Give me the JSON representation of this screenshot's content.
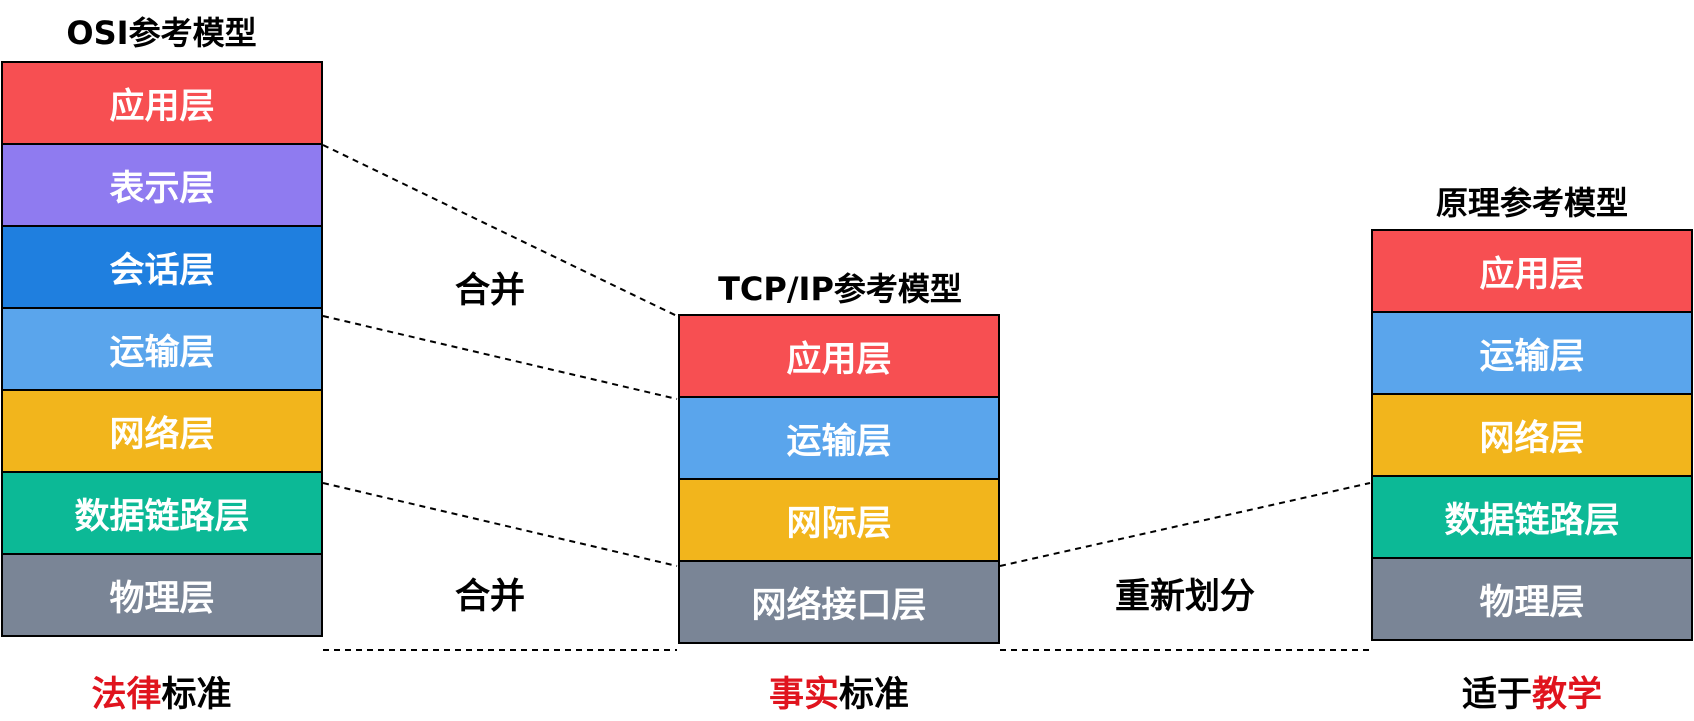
{
  "osi": {
    "title": "OSI参考模型",
    "layers": [
      "应用层",
      "表示层",
      "会话层",
      "运输层",
      "网络层",
      "数据链路层",
      "物理层"
    ],
    "colors": [
      "#f74f52",
      "#8f7bf0",
      "#1f7fdf",
      "#5aa5ec",
      "#f2b51c",
      "#0cb996",
      "#7a8596"
    ],
    "caption_highlight": "法律",
    "caption_text": "标准"
  },
  "tcpip": {
    "title": "TCP/IP参考模型",
    "layers": [
      "应用层",
      "运输层",
      "网际层",
      "网络接口层"
    ],
    "colors": [
      "#f74f52",
      "#5aa5ec",
      "#f2b51c",
      "#7a8596"
    ],
    "caption_highlight": "事实",
    "caption_text": "标准"
  },
  "principle": {
    "title": "原理参考模型",
    "layers": [
      "应用层",
      "运输层",
      "网络层",
      "数据链路层",
      "物理层"
    ],
    "colors": [
      "#f74f52",
      "#5aa5ec",
      "#f2b51c",
      "#0cb996",
      "#7a8596"
    ],
    "caption_text": "适于",
    "caption_highlight": "教学"
  },
  "relations": {
    "merge_top": "合并",
    "merge_bottom": "合并",
    "redivide": "重新划分"
  },
  "highlight_color": "#e0141e"
}
